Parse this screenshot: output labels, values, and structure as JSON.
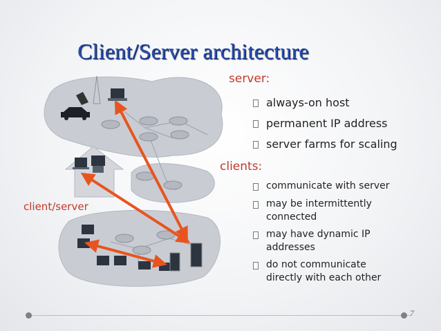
{
  "slide": {
    "title": "Client/Server architecture",
    "server_heading": "server:",
    "server_bullets": [
      "always-on host",
      "permanent IP address",
      "server farms for scaling"
    ],
    "clients_heading": "clients:",
    "client_bullets": [
      [
        "communicate with server"
      ],
      [
        "may be intermittently",
        "connected"
      ],
      [
        "may have dynamic IP",
        "addresses"
      ],
      [
        "do not communicate",
        "directly with each other"
      ]
    ],
    "diagram_label": "client/server",
    "page_number": "7"
  },
  "colors": {
    "title": "#2a4fb0",
    "accent": "#c0392b",
    "arrow": "#e8541f"
  }
}
